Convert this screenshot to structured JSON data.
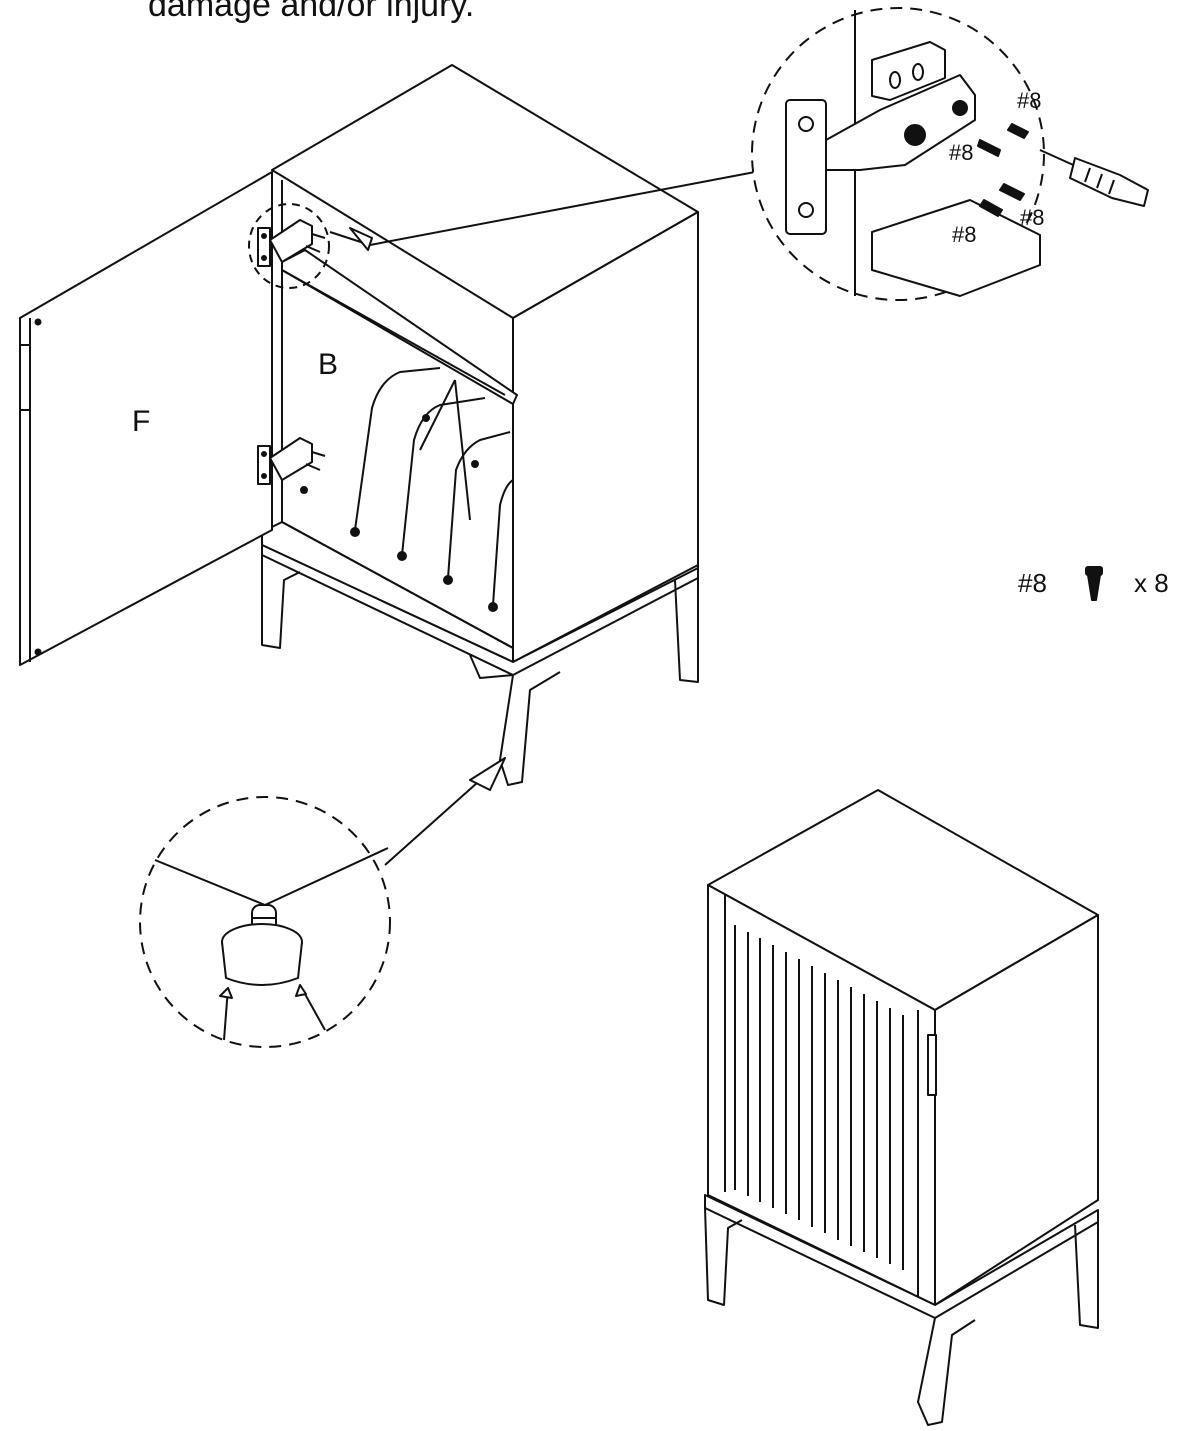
{
  "warning": "damage and/or injury.",
  "panel_labels": {
    "door": "F",
    "back": "B"
  },
  "hinge_callouts": [
    "#8",
    "#8",
    "#8",
    "#8"
  ],
  "hardware_legend": {
    "part": "#8",
    "icon": "screw-icon",
    "quantity": "x 8"
  },
  "colors": {
    "line": "#111111",
    "background": "#ffffff"
  }
}
